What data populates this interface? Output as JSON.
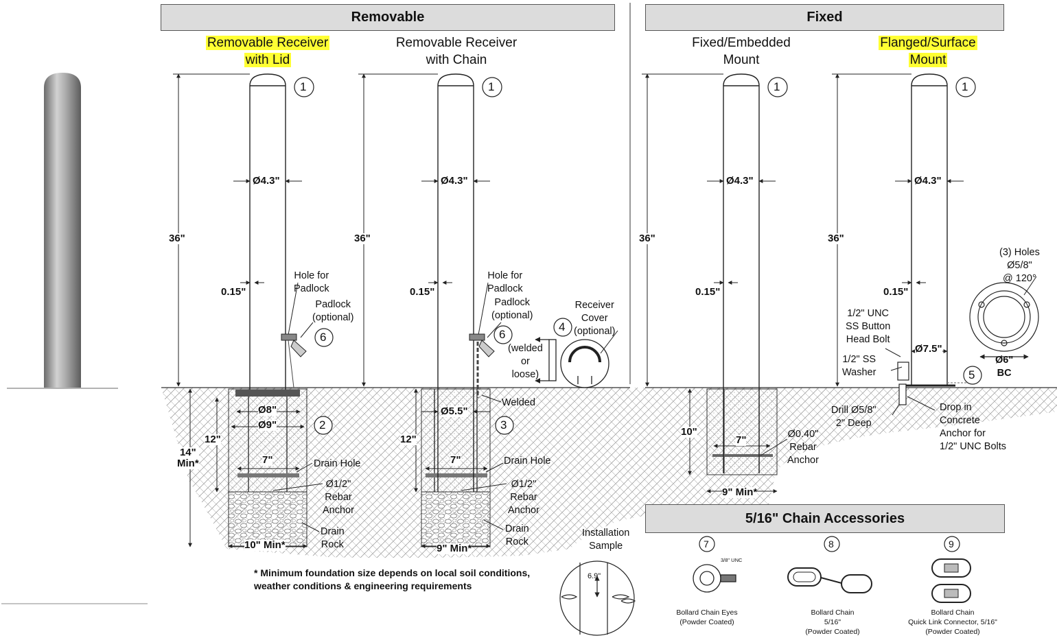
{
  "headers": {
    "removable": "Removable",
    "fixed": "Fixed",
    "accessories": "5/16\" Chain Accessories"
  },
  "titles": {
    "t1a": "Removable Receiver",
    "t1b": "with Lid",
    "t2a": "Removable Receiver",
    "t2b": "with Chain",
    "t3a": "Fixed/Embedded",
    "t3b": "Mount",
    "t4a": "Flanged/Surface",
    "t4b": "Mount"
  },
  "callouts": [
    "1",
    "2",
    "3",
    "4",
    "5",
    "6",
    "7",
    "8",
    "9"
  ],
  "dims": {
    "height": "36\"",
    "dia": "Ø4.3\"",
    "wall": "0.15\"",
    "d8": "Ø8\"",
    "d9": "Ø9\"",
    "d55": "Ø5.5\"",
    "d75": "Ø7.5\"",
    "d12": "12\"",
    "d10": "10\"",
    "d14a": "14\"",
    "d14b": "Min*",
    "d7": "7\"",
    "min10": "10\" Min*",
    "min9": "9\" Min*",
    "d69": "6.9\""
  },
  "labels": {
    "hole_a": "Hole for",
    "hole_b": "Padlock",
    "padlock_a": "Padlock",
    "padlock_b": "(optional)",
    "drain_hole": "Drain Hole",
    "rebar12_a": "Ø1/2\"",
    "rebar12_b": "Rebar",
    "rebar12_c": "Anchor",
    "drain_a": "Drain",
    "drain_b": "Rock",
    "welded": "Welded",
    "welded_a": "(welded",
    "welded_b": "or",
    "welded_c": "loose)",
    "cover_a": "Receiver",
    "cover_b": "Cover",
    "cover_c": "(optional)",
    "rebar040_a": "Ø0.40\"",
    "rebar040_b": "Rebar",
    "rebar040_c": "Anchor",
    "bolt_a": "1/2\" UNC",
    "bolt_b": "SS Button",
    "bolt_c": "Head Bolt",
    "washer_a": "1/2\" SS",
    "washer_b": "Washer",
    "drill_a": "Drill Ø5/8\"",
    "drill_b": "2\" Deep",
    "dropin_a": "Drop in",
    "dropin_b": "Concrete",
    "dropin_c": "Anchor for",
    "dropin_d": "1/2\" UNC Bolts",
    "holes_a": "(3) Holes",
    "holes_b": "Ø5/8\"",
    "holes_c": "@ 120°",
    "bc_a": "Ø6\"",
    "bc_b": "BC",
    "install_a": "Installation",
    "install_b": "Sample"
  },
  "note": {
    "line1": "* Minimum foundation size depends on local soil conditions,",
    "line2": "weather conditions & engineering requirements"
  },
  "accessories": {
    "unc": "3/8\" UNC",
    "eyes_a": "Bollard Chain Eyes",
    "eyes_b": "(Powder Coated)",
    "chain_a": "Bollard Chain",
    "chain_b": "5/16\"",
    "chain_c": "(Powder Coated)",
    "link_a": "Bollard Chain",
    "link_b": "Quick Link Connector, 5/16\"",
    "link_c": "(Powder Coated)"
  },
  "colors": {
    "highlight": "#ffff33",
    "header_bg": "#dcdcdc",
    "line": "#222222"
  }
}
